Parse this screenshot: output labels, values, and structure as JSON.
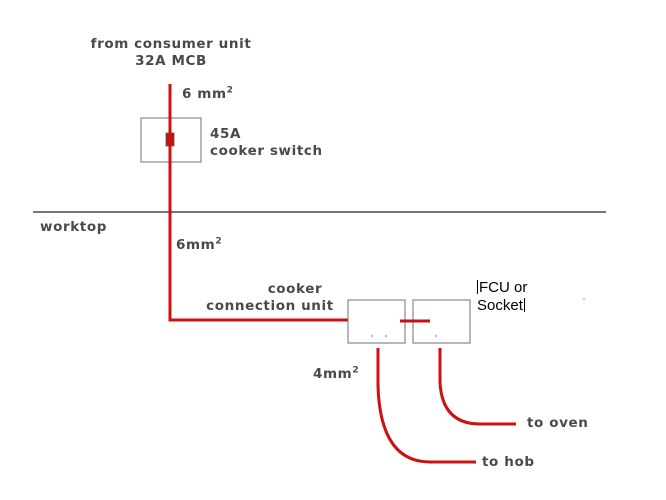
{
  "labels": {
    "source_line1": "from consumer unit",
    "source_line2": "32A MCB",
    "cable_upper": "6 mm",
    "cable_upper_exp": "2",
    "switch_rating": "45A",
    "switch_name": "cooker switch",
    "worktop": "worktop",
    "cable_lower": "6mm",
    "cable_lower_exp": "2",
    "ccu_line1": "cooker",
    "ccu_line2": "connection unit",
    "fcu_line1": "FCU or",
    "fcu_line2": "Socket",
    "cable_out": "4mm",
    "cable_out_exp": "2",
    "to_oven": "to oven",
    "to_hob": "to hob"
  },
  "colors": {
    "cable": "#cc1111",
    "box_outline": "#777777",
    "worktop_line": "#777777",
    "text": "#4a4a4a"
  }
}
